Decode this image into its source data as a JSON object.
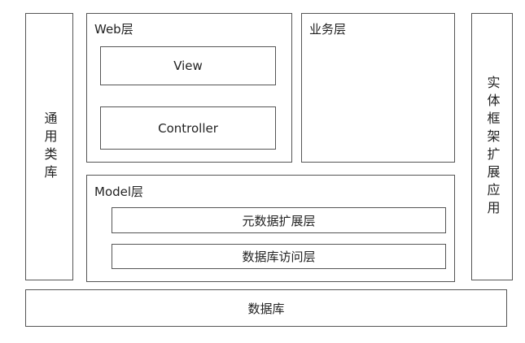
{
  "left_panel": {
    "label": "通用类库"
  },
  "web_layer": {
    "title": "Web层",
    "view": "View",
    "controller": "Controller"
  },
  "business_layer": {
    "title": "业务层"
  },
  "right_panel": {
    "label": "实体框架扩展应用"
  },
  "model_layer": {
    "title": "Model层",
    "metadata_ext": "元数据扩展层",
    "data_access": "数据库访问层"
  },
  "database": {
    "label": "数据库"
  }
}
